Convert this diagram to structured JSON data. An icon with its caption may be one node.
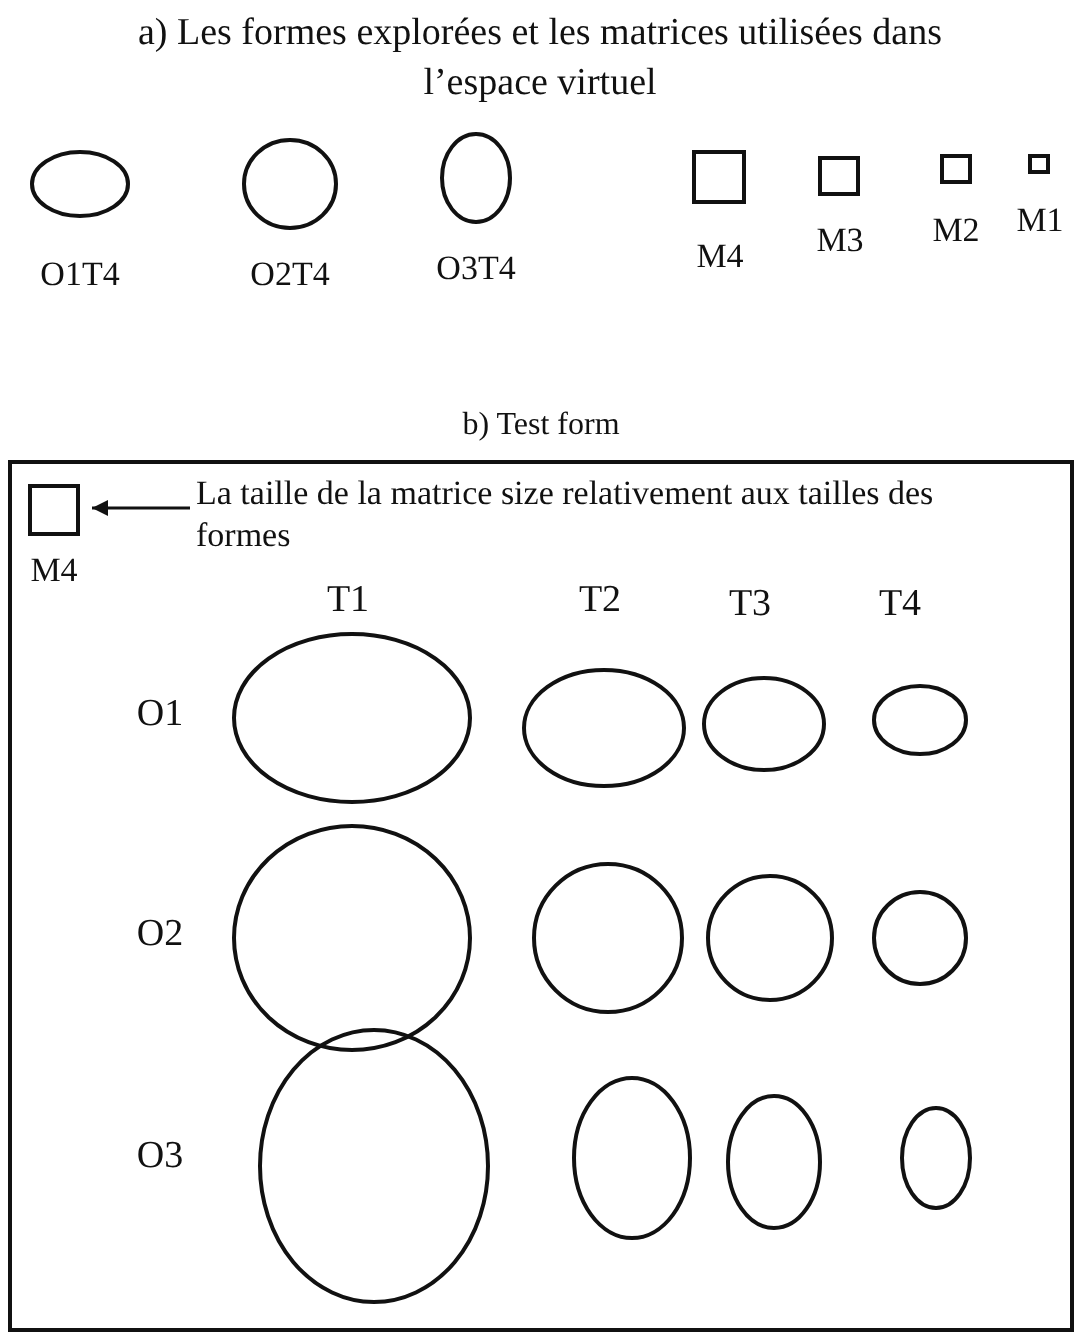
{
  "diagram": {
    "title": "a) Les formes explorées et les matrices utilisées dans l’espace virtuel",
    "nodes": [
      {
        "text": [],
        "shape": "ellipse",
        "beside": [
          "O1T4"
        ]
      },
      {
        "text": [],
        "shape": "ellipse",
        "beside": [
          "O2T4"
        ]
      },
      {
        "text": [],
        "shape": "ellipse",
        "beside": [
          "O3T4"
        ]
      },
      {
        "text": [],
        "shape": "box",
        "beside": [
          "M4"
        ]
      },
      {
        "text": [],
        "shape": "box",
        "beside": [
          "M3"
        ]
      },
      {
        "text": [],
        "shape": "box",
        "beside": [
          "M2"
        ]
      },
      {
        "text": [],
        "shape": "box",
        "beside": [
          "M1"
        ]
      },
      {
        "text": [
          "b) Test form"
        ]
      },
      {
        "text": [],
        "shape": "box",
        "beside": [
          "M4"
        ],
        "in": 7
      },
      {
        "text": [
          "La taille de la matrice size relativement aux tailles des formes"
        ],
        "in": 7
      },
      {
        "text": [],
        "shape": "ellipse",
        "in": 7
      },
      {
        "text": [],
        "shape": "ellipse",
        "in": 7
      },
      {
        "text": [],
        "shape": "ellipse",
        "in": 7
      },
      {
        "text": [],
        "shape": "ellipse",
        "in": 7
      },
      {
        "text": [],
        "shape": "ellipse",
        "in": 7
      },
      {
        "text": [],
        "shape": "ellipse",
        "in": 7
      },
      {
        "text": [],
        "shape": "ellipse",
        "in": 7
      },
      {
        "text": [],
        "shape": "ellipse",
        "in": 7
      },
      {
        "text": [],
        "shape": "ellipse",
        "in": 7
      },
      {
        "text": [],
        "shape": "ellipse",
        "in": 7
      },
      {
        "text": [],
        "shape": "ellipse",
        "in": 7
      },
      {
        "text": [],
        "shape": "ellipse",
        "in": 7
      }
    ],
    "edges": [
      {
        "from": 9,
        "to": 8,
        "arrow": "to"
      }
    ],
    "labels": [
      "T1",
      "T2",
      "T3",
      "T4",
      "O1",
      "O2",
      "O3"
    ]
  }
}
